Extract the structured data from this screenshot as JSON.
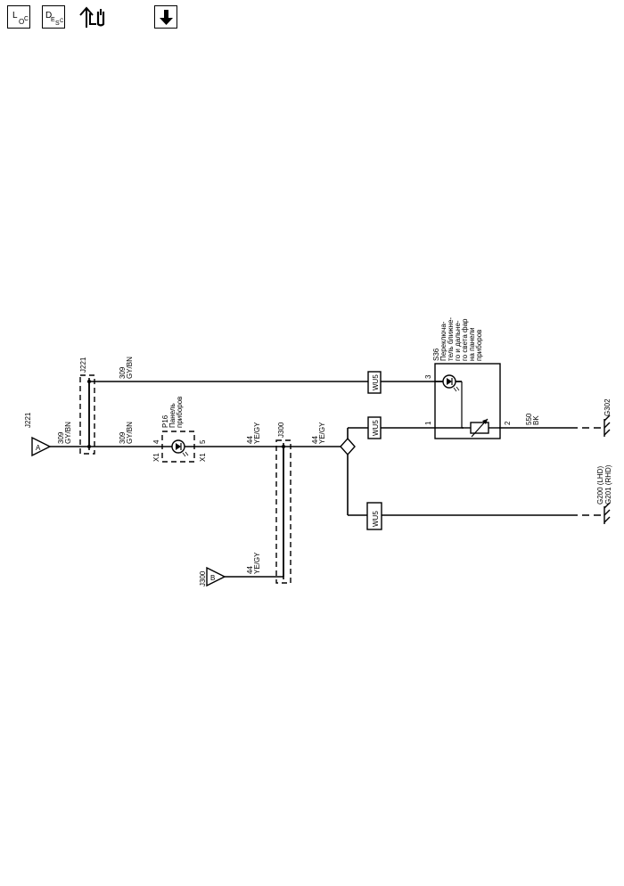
{
  "toolbar": {
    "loc_main": "L",
    "loc_sub": "O",
    "loc_sub2": "C",
    "desc_main": "D",
    "desc_sub": "E",
    "desc_s": "S",
    "desc_c": "C",
    "icons": [
      "location-icon",
      "description-icon",
      "connector-wrench-icon",
      "down-arrow-icon"
    ]
  },
  "diagram": {
    "connectors": {
      "a_name": "J221",
      "a_letter": "A",
      "b_name": "J300",
      "b_letter": "B"
    },
    "splices": {
      "top": "J221",
      "bottom": "J300"
    },
    "wires": {
      "w309_a_num": "309",
      "w309_a_col": "GY/BN",
      "w309_top_num": "309",
      "w309_top_col": "GY/BN",
      "w309_mid_num": "309",
      "w309_mid_col": "GY/BN",
      "w44_mid_num": "44",
      "w44_mid_col": "YE/GY",
      "w44_right_num": "44",
      "w44_right_col": "YE/GY",
      "w44_b_num": "44",
      "w44_b_col": "YE/GY",
      "w550_num": "550",
      "w550_col": "BK"
    },
    "p16": {
      "code": "P16",
      "line1": "Панель",
      "line2": "приборов",
      "pin_left_conn": "X1",
      "pin_left": "4",
      "pin_right_conn": "X1",
      "pin_right": "5"
    },
    "s36": {
      "code": "S36",
      "line1": "Переключа-",
      "line2": "тель ближне-",
      "line3": "го и дальне-",
      "line4": "го света фар",
      "line5": "на панели",
      "line6": "приборов",
      "pin3": "3",
      "pin1": "1",
      "pin2": "2"
    },
    "wu5": {
      "top": "WU5",
      "mid": "WU5",
      "bottom": "WU5"
    },
    "grounds": {
      "g302": "G302",
      "g200": "G200 (LHD)",
      "g201": "G201 (RHD)"
    }
  }
}
